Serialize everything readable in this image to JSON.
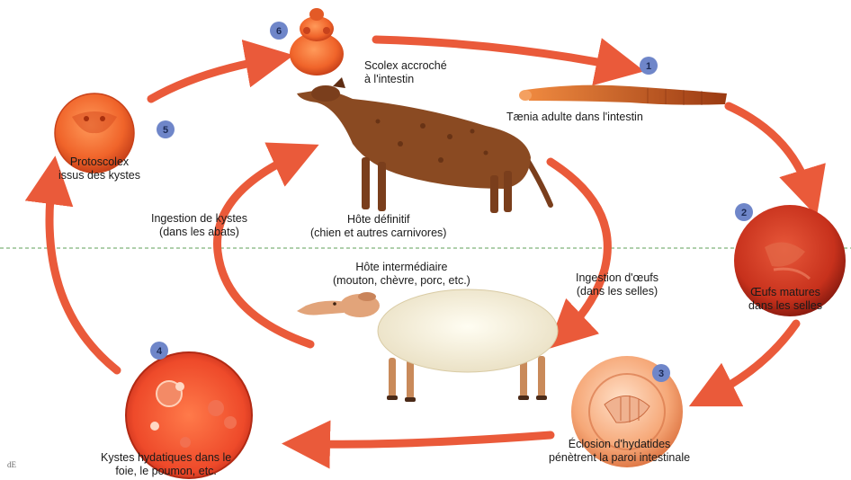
{
  "diagram": {
    "stages": [
      {
        "number": "1",
        "label_lines": [
          "Tænia adulte dans l'intestin"
        ]
      },
      {
        "number": "2",
        "label_lines": [
          "Œufs matures",
          "dans les selles"
        ]
      },
      {
        "number": "3",
        "label_lines": [
          "Éclosion d'hydatides",
          "pénètrent la paroi intestinale"
        ]
      },
      {
        "number": "4",
        "label_lines": [
          "Kystes hydatiques dans le",
          "foie, le poumon, etc."
        ]
      },
      {
        "number": "5",
        "label_lines": [
          "Protoscolex",
          "issus des kystes"
        ]
      },
      {
        "number": "6",
        "label_lines": [
          "Scolex accroché",
          "à l'intestin"
        ]
      }
    ],
    "hosts": {
      "definitive": [
        "Hôte définitif",
        "(chien et autres carnivores)"
      ],
      "intermediate": [
        "Hôte intermédiaire",
        "(mouton, chèvre, porc, etc.)"
      ]
    },
    "transmissions": {
      "eggs": [
        "Ingestion d'œufs",
        "(dans les selles)"
      ],
      "cysts": [
        "Ingestion de kystes",
        "(dans les abats)"
      ]
    },
    "credit": "dE",
    "colors": {
      "arrow": "#ea5a3a",
      "badge": "#6f86c9",
      "divider": "#7fb37a"
    }
  }
}
